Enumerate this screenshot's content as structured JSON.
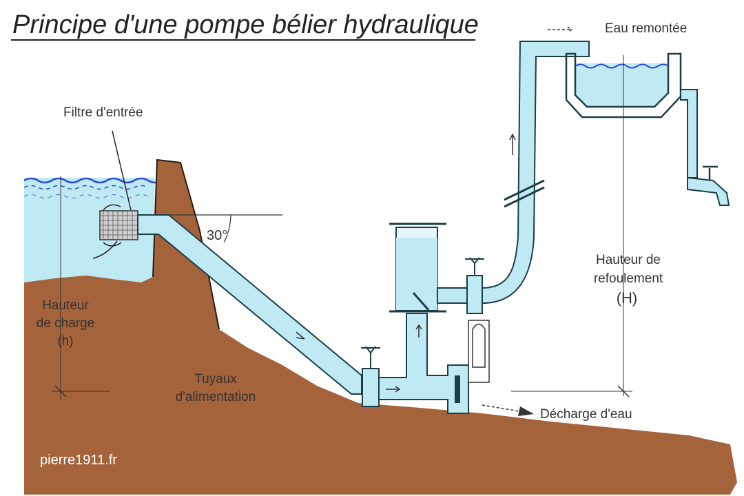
{
  "title": "Principe d'une pompe bélier hydraulique",
  "labels": {
    "inlet_filter": "Filtre d'entrée",
    "lifted_water": "Eau remontée",
    "angle": "30°",
    "supply_head": [
      "Hauteur",
      "de charge",
      "(h)"
    ],
    "supply_pipe": [
      "Tuyaux",
      "d'alimentation"
    ],
    "delivery_head": [
      "Hauteur de",
      "refoulement",
      "(H)"
    ],
    "water_discharge": "Décharge d'eau",
    "credit": "pierre1911.fr"
  },
  "colors": {
    "water": "#bfe9f3",
    "pipe_outline": "#1b3d47",
    "ground": "#a5633b",
    "wave": "#2a4ad6",
    "text": "#333333"
  }
}
